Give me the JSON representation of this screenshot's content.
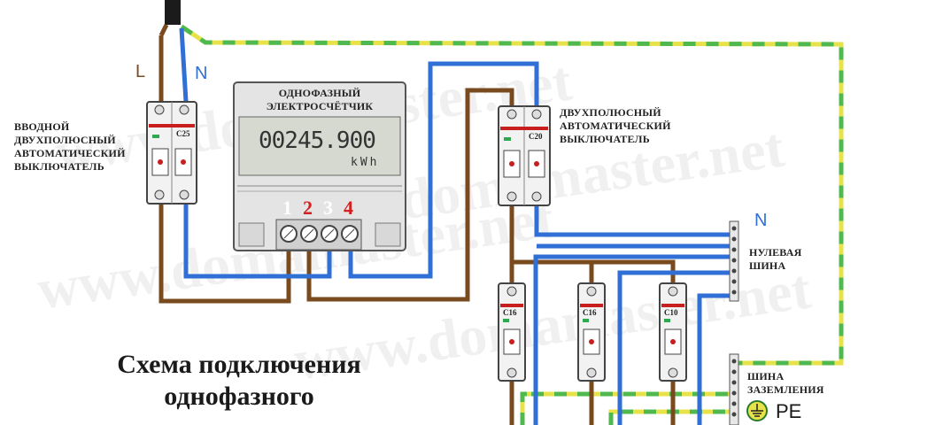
{
  "watermark": "www.domamaster.net",
  "phase_label": "L",
  "neutral_label": "N",
  "input_breaker": {
    "label_lines": [
      "ВВОДНОЙ",
      "ДВУХПОЛЮСНЫЙ",
      "АВТОМАТИЧЕСКИЙ",
      "ВЫКЛЮЧАТЕЛЬ"
    ],
    "rating": "C25"
  },
  "meter": {
    "label_lines": [
      "ОДНОФАЗНЫЙ",
      "ЭЛЕКТРОСЧЁТЧИК"
    ],
    "reading": "00245.900",
    "unit": "kWh",
    "terminals": [
      "1",
      "2",
      "3",
      "4"
    ]
  },
  "main_breaker": {
    "label_lines": [
      "ДВУХПОЛЮСНЫЙ",
      "АВТОМАТИЧЕСКИЙ",
      "ВЫКЛЮЧАТЕЛЬ"
    ],
    "rating": "C20"
  },
  "group_breakers": [
    {
      "rating": "C16"
    },
    {
      "rating": "C16"
    },
    {
      "rating": "C10"
    }
  ],
  "neutral_bus": {
    "symbol": "N",
    "label_lines": [
      "НУЛЕВАЯ",
      "ШИНА"
    ]
  },
  "ground_bus": {
    "label_lines": [
      "ШИНА",
      "ЗАЗЕМЛЕНИЯ"
    ],
    "symbol": "PE"
  },
  "title_lines": [
    "Схема подключения",
    "однофазного"
  ],
  "colors": {
    "phase": "#7a4a1f",
    "neutral": "#2f6fd6",
    "ground_yellow": "#e8e24a",
    "ground_green": "#4fb84f",
    "terminal_red": "#d42020",
    "breaker_red": "#c81e1e"
  }
}
